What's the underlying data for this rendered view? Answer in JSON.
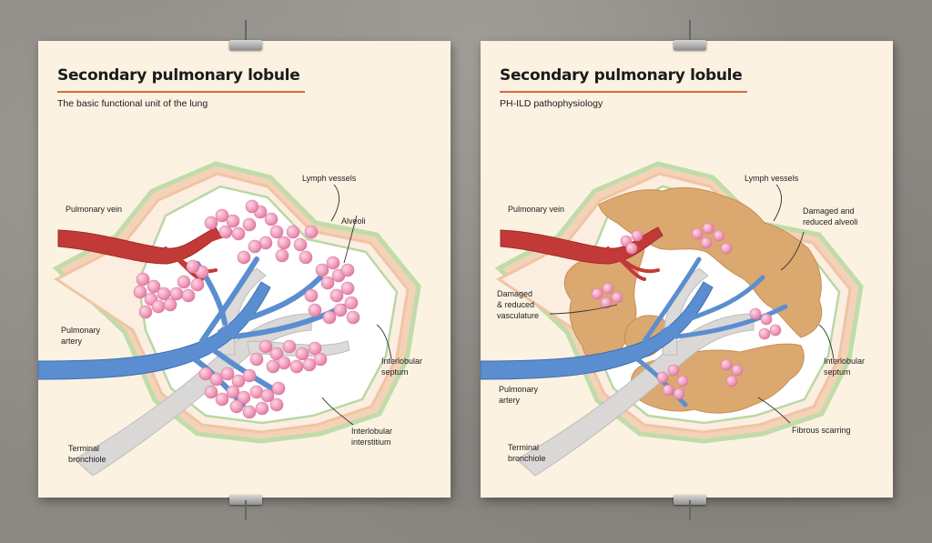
{
  "posters": {
    "left": {
      "title": "Secondary pulmonary lobule",
      "subtitle": "The basic functional unit of the lung",
      "labels": {
        "lymph": "Lymph vessels",
        "vein": "Pulmonary vein",
        "alveoli": "Alveoli",
        "artery_line1": "Pulmonary",
        "artery_line2": "artery",
        "septum_line1": "Interlobular",
        "septum_line2": "septum",
        "interstitium_line1": "Interlobular",
        "interstitium_line2": "interstitium",
        "bronchiole_line1": "Terminal",
        "bronchiole_line2": "bronchiole"
      }
    },
    "right": {
      "title": "Secondary pulmonary lobule",
      "subtitle": "PH-ILD pathophysiology",
      "labels": {
        "lymph": "Lymph vessels",
        "vein": "Pulmonary vein",
        "alveoli_line1": "Damaged and",
        "alveoli_line2": "reduced alveoli",
        "vasc_line1": "Damaged",
        "vasc_line2": "& reduced",
        "vasc_line3": "vasculature",
        "septum_line1": "Interlobular",
        "septum_line2": "septum",
        "artery_line1": "Pulmonary",
        "artery_line2": "artery",
        "fibrous": "Fibrous scarring",
        "bronchiole_line1": "Terminal",
        "bronchiole_line2": "bronchiole"
      }
    }
  },
  "colors": {
    "accent": "#e1673a",
    "poster_bg": "#fbf2e1",
    "alveoli": "#f19dbd",
    "artery": "#5b8ed0",
    "vein": "#c23a38",
    "bronchiole": "#d9d8d6",
    "septum": "#f3cdb2",
    "lymph": "#bcd8a7",
    "fibrosis": "#dba870"
  },
  "icons": [
    "binder-clip-icon"
  ]
}
